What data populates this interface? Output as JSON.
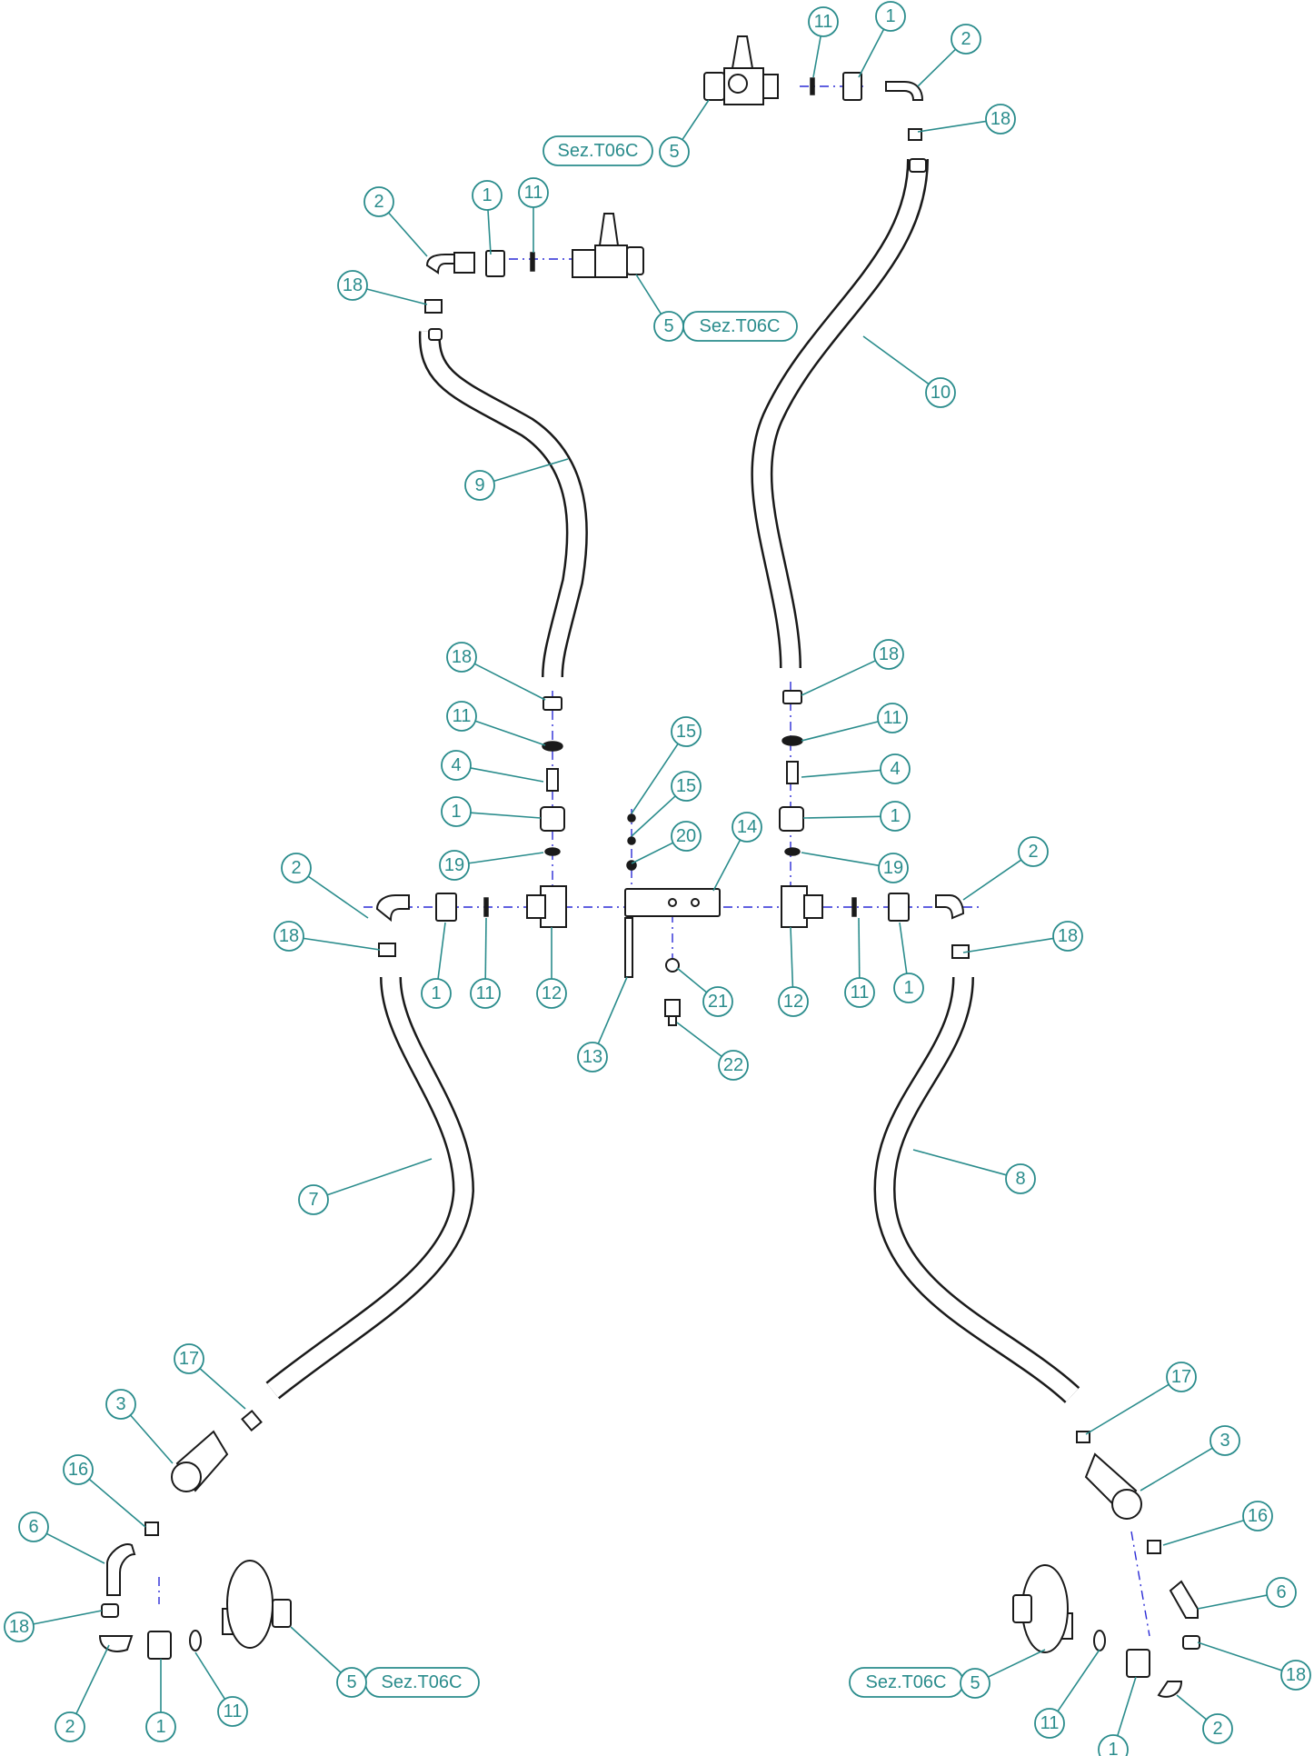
{
  "diagram": {
    "callouts": [
      {
        "id": "c1",
        "label": "11"
      },
      {
        "id": "c2",
        "label": "1"
      },
      {
        "id": "c3",
        "label": "2"
      },
      {
        "id": "c4",
        "label": "18"
      },
      {
        "id": "c5",
        "label": "5"
      },
      {
        "id": "c6",
        "label": "2"
      },
      {
        "id": "c7",
        "label": "1"
      },
      {
        "id": "c8",
        "label": "11"
      },
      {
        "id": "c9",
        "label": "18"
      },
      {
        "id": "c10",
        "label": "5"
      },
      {
        "id": "c11",
        "label": "10"
      },
      {
        "id": "c12",
        "label": "9"
      },
      {
        "id": "c13",
        "label": "18"
      },
      {
        "id": "c14",
        "label": "11"
      },
      {
        "id": "c15",
        "label": "4"
      },
      {
        "id": "c16",
        "label": "1"
      },
      {
        "id": "c17",
        "label": "19"
      },
      {
        "id": "c18",
        "label": "2"
      },
      {
        "id": "c19",
        "label": "18"
      },
      {
        "id": "c20",
        "label": "1"
      },
      {
        "id": "c21",
        "label": "11"
      },
      {
        "id": "c22",
        "label": "12"
      },
      {
        "id": "c23",
        "label": "15"
      },
      {
        "id": "c24",
        "label": "15"
      },
      {
        "id": "c25",
        "label": "20"
      },
      {
        "id": "c26",
        "label": "14"
      },
      {
        "id": "c27",
        "label": "21"
      },
      {
        "id": "c28",
        "label": "22"
      },
      {
        "id": "c29",
        "label": "13"
      },
      {
        "id": "c30",
        "label": "18"
      },
      {
        "id": "c31",
        "label": "11"
      },
      {
        "id": "c32",
        "label": "4"
      },
      {
        "id": "c33",
        "label": "1"
      },
      {
        "id": "c34",
        "label": "19"
      },
      {
        "id": "c35",
        "label": "2"
      },
      {
        "id": "c36",
        "label": "18"
      },
      {
        "id": "c37",
        "label": "12"
      },
      {
        "id": "c38",
        "label": "11"
      },
      {
        "id": "c39",
        "label": "1"
      },
      {
        "id": "c40",
        "label": "7"
      },
      {
        "id": "c41",
        "label": "8"
      },
      {
        "id": "c42",
        "label": "17"
      },
      {
        "id": "c43",
        "label": "3"
      },
      {
        "id": "c44",
        "label": "16"
      },
      {
        "id": "c45",
        "label": "6"
      },
      {
        "id": "c46",
        "label": "18"
      },
      {
        "id": "c47",
        "label": "2"
      },
      {
        "id": "c48",
        "label": "1"
      },
      {
        "id": "c49",
        "label": "11"
      },
      {
        "id": "c50",
        "label": "5"
      },
      {
        "id": "c51",
        "label": "17"
      },
      {
        "id": "c52",
        "label": "3"
      },
      {
        "id": "c53",
        "label": "16"
      },
      {
        "id": "c54",
        "label": "6"
      },
      {
        "id": "c55",
        "label": "18"
      },
      {
        "id": "c56",
        "label": "5"
      },
      {
        "id": "c57",
        "label": "11"
      },
      {
        "id": "c58",
        "label": "1"
      },
      {
        "id": "c59",
        "label": "2"
      }
    ],
    "section_refs": [
      {
        "id": "s1",
        "label": "Sez.T06C"
      },
      {
        "id": "s2",
        "label": "Sez.T06C"
      },
      {
        "id": "s3",
        "label": "Sez.T06C"
      },
      {
        "id": "s4",
        "label": "Sez.T06C"
      }
    ]
  }
}
